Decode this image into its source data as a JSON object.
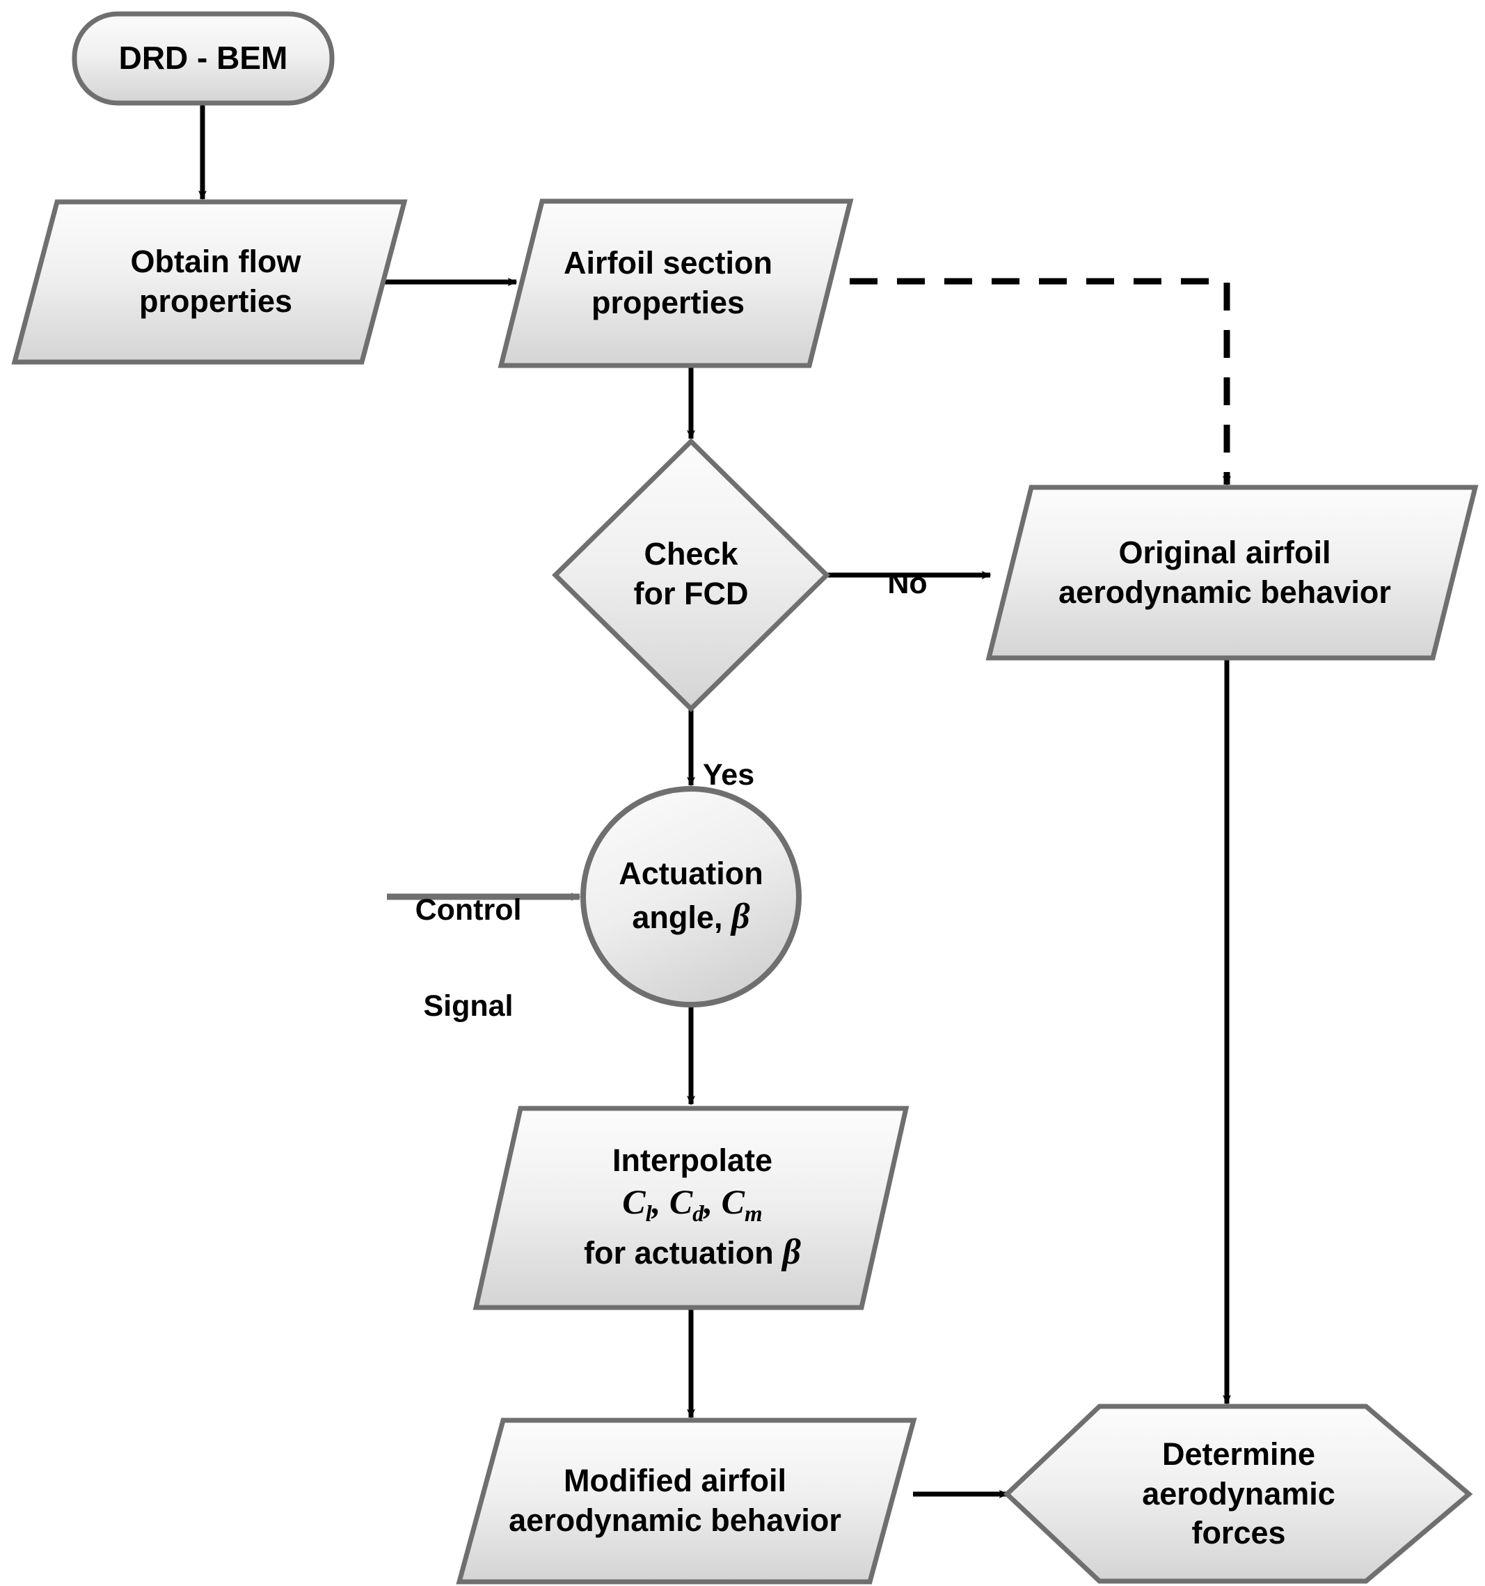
{
  "diagram": {
    "title": "DRD - BEM flowchart",
    "colors": {
      "shape_stroke": "#6f6f6f",
      "shape_fill_light": "#fbfbfb",
      "shape_fill_dark": "#d6d6d6",
      "arrow_black": "#000000",
      "arrow_gray": "#6f6f6f",
      "text": "#000000",
      "background": "#ffffff"
    },
    "nodes": [
      {
        "id": "drd-bem",
        "shape": "rounded-rectangle",
        "label": "DRD - BEM",
        "lines": [
          "DRD - BEM"
        ]
      },
      {
        "id": "obtain-flow-properties",
        "shape": "parallelogram",
        "label": "Obtain flow properties",
        "lines": [
          "Obtain flow",
          "properties"
        ]
      },
      {
        "id": "airfoil-section-properties",
        "shape": "parallelogram",
        "label": "Airfoil section properties",
        "lines": [
          "Airfoil section",
          "properties"
        ]
      },
      {
        "id": "check-for-fcd",
        "shape": "diamond",
        "label": "Check for FCD",
        "lines": [
          "Check",
          "for FCD"
        ]
      },
      {
        "id": "original-airfoil-behavior",
        "shape": "parallelogram",
        "label": "Original airfoil aerodynamic behavior",
        "lines": [
          "Original airfoil",
          "aerodynamic behavior"
        ]
      },
      {
        "id": "actuation-angle",
        "shape": "circle",
        "label": "Actuation angle, β",
        "lines": [
          "Actuation",
          "angle, β"
        ]
      },
      {
        "id": "interpolate-coefficients",
        "shape": "parallelogram",
        "label": "Interpolate Cl, Cd, Cm for actuation β",
        "lines": [
          "Interpolate",
          "C_l, C_d, C_m",
          "for actuation β"
        ],
        "line1": "Interpolate",
        "math_c": "C",
        "math_sub_l": "l",
        "math_sub_d": "d",
        "math_sub_m": "m",
        "math_sep": ",",
        "line3_prefix": "for actuation ",
        "line3_symbol": "β"
      },
      {
        "id": "modified-airfoil-behavior",
        "shape": "parallelogram",
        "label": "Modified airfoil aerodynamic behavior",
        "lines": [
          "Modified airfoil",
          "aerodynamic behavior"
        ]
      },
      {
        "id": "determine-aerodynamic-forces",
        "shape": "hexagon",
        "label": "Determine aerodynamic forces",
        "lines": [
          "Determine",
          "aerodynamic",
          "forces"
        ]
      }
    ],
    "edges": [
      {
        "id": "e-drd-to-obtain",
        "from": "drd-bem",
        "to": "obtain-flow-properties",
        "style": "solid",
        "color": "black",
        "label": ""
      },
      {
        "id": "e-obtain-to-airfoil",
        "from": "obtain-flow-properties",
        "to": "airfoil-section-properties",
        "style": "solid",
        "color": "black",
        "label": ""
      },
      {
        "id": "e-airfoil-to-check",
        "from": "airfoil-section-properties",
        "to": "check-for-fcd",
        "style": "solid",
        "color": "black",
        "label": ""
      },
      {
        "id": "e-airfoil-to-original",
        "from": "airfoil-section-properties",
        "to": "original-airfoil-behavior",
        "style": "dashed",
        "color": "black",
        "label": ""
      },
      {
        "id": "e-check-no",
        "from": "check-for-fcd",
        "to": "original-airfoil-behavior",
        "style": "solid",
        "color": "black",
        "label": "No"
      },
      {
        "id": "e-check-yes",
        "from": "check-for-fcd",
        "to": "actuation-angle",
        "style": "solid",
        "color": "black",
        "label": "Yes"
      },
      {
        "id": "e-control-signal",
        "from": "control-signal",
        "to": "actuation-angle",
        "style": "solid",
        "color": "gray",
        "label": "Control\nSignal"
      },
      {
        "id": "e-actuation-to-interpolate",
        "from": "actuation-angle",
        "to": "interpolate-coefficients",
        "style": "solid",
        "color": "black",
        "label": ""
      },
      {
        "id": "e-interpolate-to-modified",
        "from": "interpolate-coefficients",
        "to": "modified-airfoil-behavior",
        "style": "solid",
        "color": "black",
        "label": ""
      },
      {
        "id": "e-modified-to-determine",
        "from": "modified-airfoil-behavior",
        "to": "determine-aerodynamic-forces",
        "style": "solid",
        "color": "black",
        "label": ""
      },
      {
        "id": "e-original-to-determine",
        "from": "original-airfoil-behavior",
        "to": "determine-aerodynamic-forces",
        "style": "solid",
        "color": "black",
        "label": ""
      }
    ],
    "labels": {
      "no": "No",
      "yes": "Yes",
      "control_signal_line1": "Control",
      "control_signal_line2": "Signal"
    }
  }
}
